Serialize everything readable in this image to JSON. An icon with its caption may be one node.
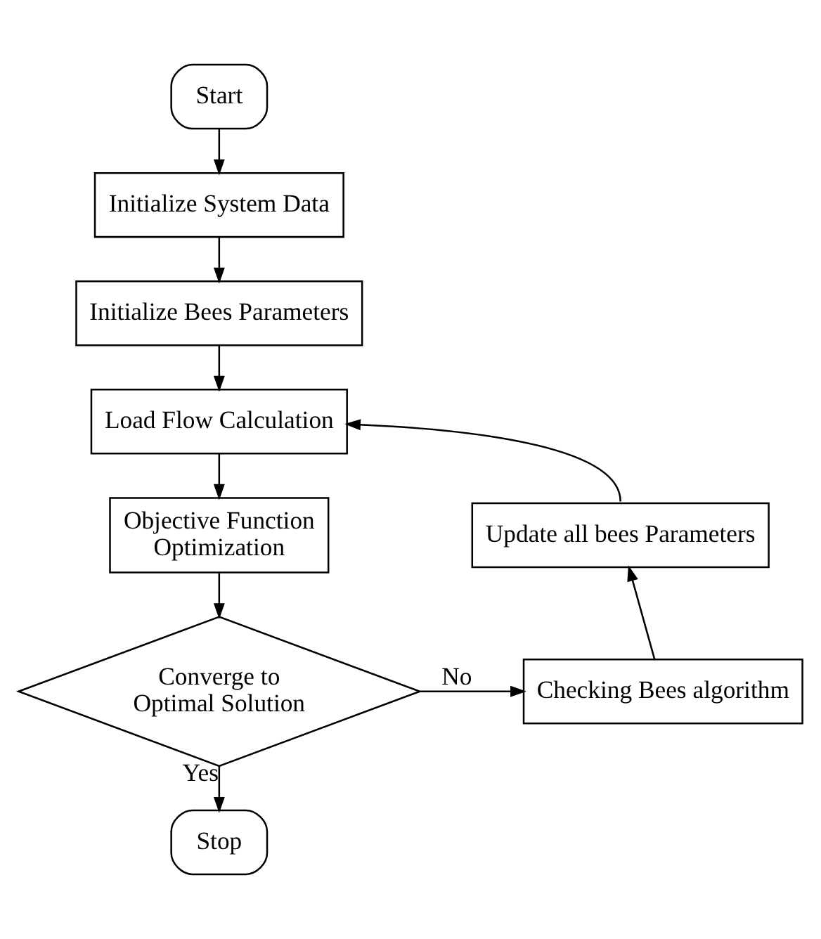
{
  "diagram": {
    "nodes": [
      {
        "text": [
          "Start"
        ]
      },
      {
        "text": [
          "Initialize System Data"
        ]
      },
      {
        "text": [
          "Initialize Bees Parameters"
        ]
      },
      {
        "text": [
          "Load Flow Calculation"
        ]
      },
      {
        "text": [
          "Objective Function Optimization"
        ]
      },
      {
        "text": [
          "Converge to Optimal Solution"
        ]
      },
      {
        "text": [
          "Checking Bees algorithm"
        ]
      },
      {
        "text": [
          "Update all bees Parameters"
        ]
      },
      {
        "text": [
          "Stop"
        ]
      }
    ],
    "edges": [
      {
        "from": 0,
        "to": 1,
        "arrow": "to"
      },
      {
        "from": 1,
        "to": 2,
        "arrow": "to"
      },
      {
        "from": 2,
        "to": 3,
        "arrow": "to"
      },
      {
        "from": 3,
        "to": 4,
        "arrow": "to"
      },
      {
        "from": 4,
        "to": 5,
        "arrow": "to"
      },
      {
        "from": 5,
        "to": 6,
        "label": "No",
        "arrow": "to"
      },
      {
        "from": 6,
        "to": 7,
        "arrow": "to"
      },
      {
        "from": 7,
        "to": 3,
        "arrow": "to"
      },
      {
        "from": 5,
        "to": 8,
        "label": "Yes",
        "arrow": "to"
      }
    ]
  }
}
